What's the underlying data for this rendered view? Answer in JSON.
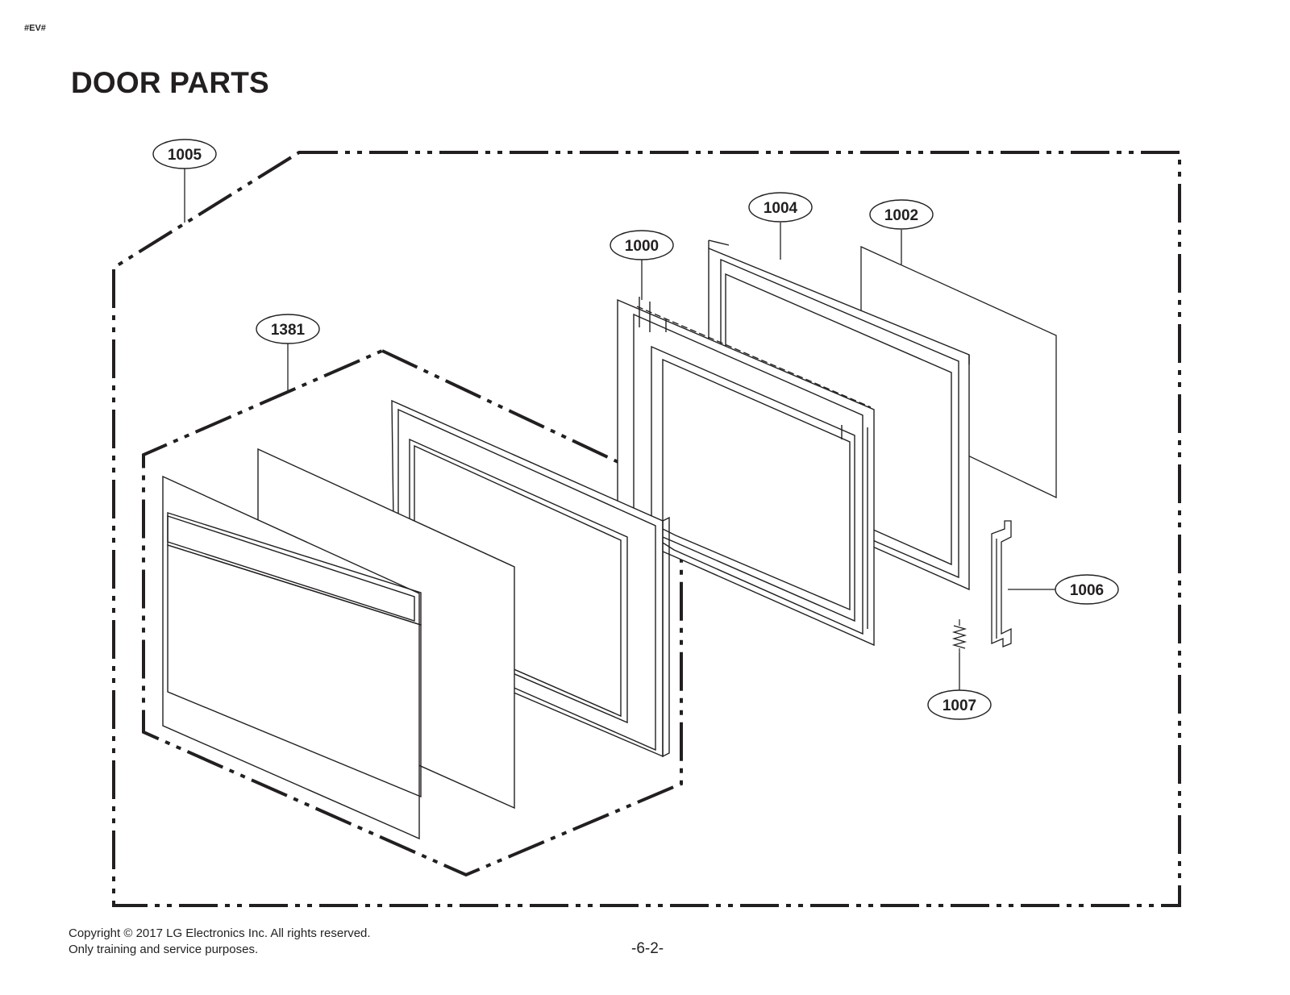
{
  "header": {
    "doc_code": "#EV#",
    "title": "DOOR PARTS"
  },
  "callouts": {
    "c1005": "1005",
    "c1004": "1004",
    "c1002": "1002",
    "c1000": "1000",
    "c1381": "1381",
    "c1006": "1006",
    "c1007": "1007"
  },
  "footer": {
    "copyright": "Copyright © 2017 LG Electronics Inc. All rights reserved.",
    "note": "Only training and service purposes.",
    "page_number": "-6-2-"
  }
}
